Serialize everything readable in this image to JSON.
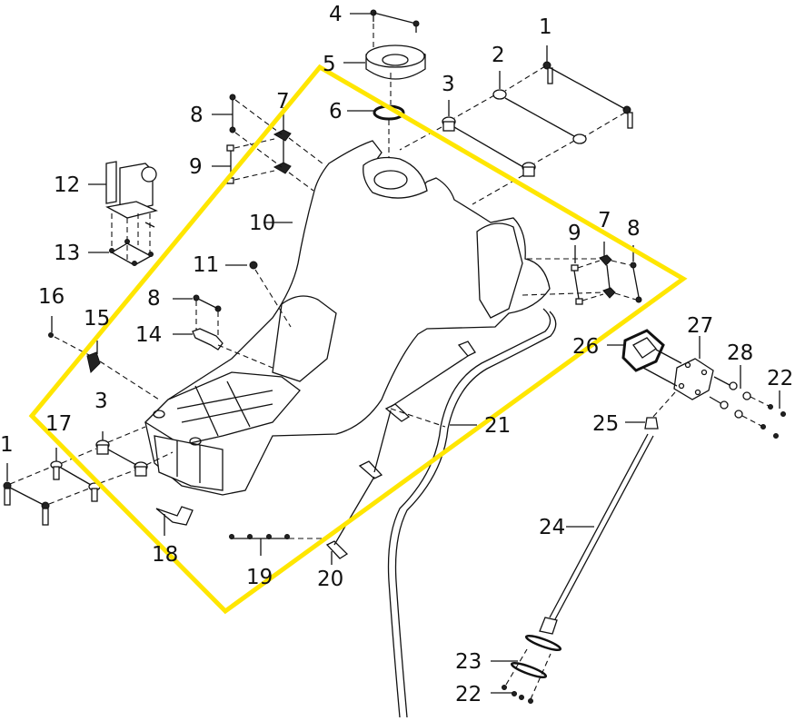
{
  "diagram": {
    "highlight_color": "#FFE600",
    "highlighted_part": "10",
    "callouts": [
      {
        "id": "c1a",
        "label": "1"
      },
      {
        "id": "c2",
        "label": "2"
      },
      {
        "id": "c3a",
        "label": "3"
      },
      {
        "id": "c4",
        "label": "4"
      },
      {
        "id": "c5",
        "label": "5"
      },
      {
        "id": "c6",
        "label": "6"
      },
      {
        "id": "c7a",
        "label": "7"
      },
      {
        "id": "c8a",
        "label": "8"
      },
      {
        "id": "c9a",
        "label": "9"
      },
      {
        "id": "c10",
        "label": "10"
      },
      {
        "id": "c11",
        "label": "11"
      },
      {
        "id": "c12",
        "label": "12"
      },
      {
        "id": "c13",
        "label": "13"
      },
      {
        "id": "c9b",
        "label": "9"
      },
      {
        "id": "c7b",
        "label": "7"
      },
      {
        "id": "c8b",
        "label": "8"
      },
      {
        "id": "c16",
        "label": "16"
      },
      {
        "id": "c8c",
        "label": "8"
      },
      {
        "id": "c15",
        "label": "15"
      },
      {
        "id": "c14",
        "label": "14"
      },
      {
        "id": "c26",
        "label": "26"
      },
      {
        "id": "c27",
        "label": "27"
      },
      {
        "id": "c28",
        "label": "28"
      },
      {
        "id": "c22a",
        "label": "22"
      },
      {
        "id": "c3b",
        "label": "3"
      },
      {
        "id": "c17",
        "label": "17"
      },
      {
        "id": "c21",
        "label": "21"
      },
      {
        "id": "c25",
        "label": "25"
      },
      {
        "id": "c1b",
        "label": "1"
      },
      {
        "id": "c24",
        "label": "24"
      },
      {
        "id": "c18",
        "label": "18"
      },
      {
        "id": "c19",
        "label": "19"
      },
      {
        "id": "c20",
        "label": "20"
      },
      {
        "id": "c23",
        "label": "23"
      },
      {
        "id": "c22b",
        "label": "22"
      }
    ]
  }
}
